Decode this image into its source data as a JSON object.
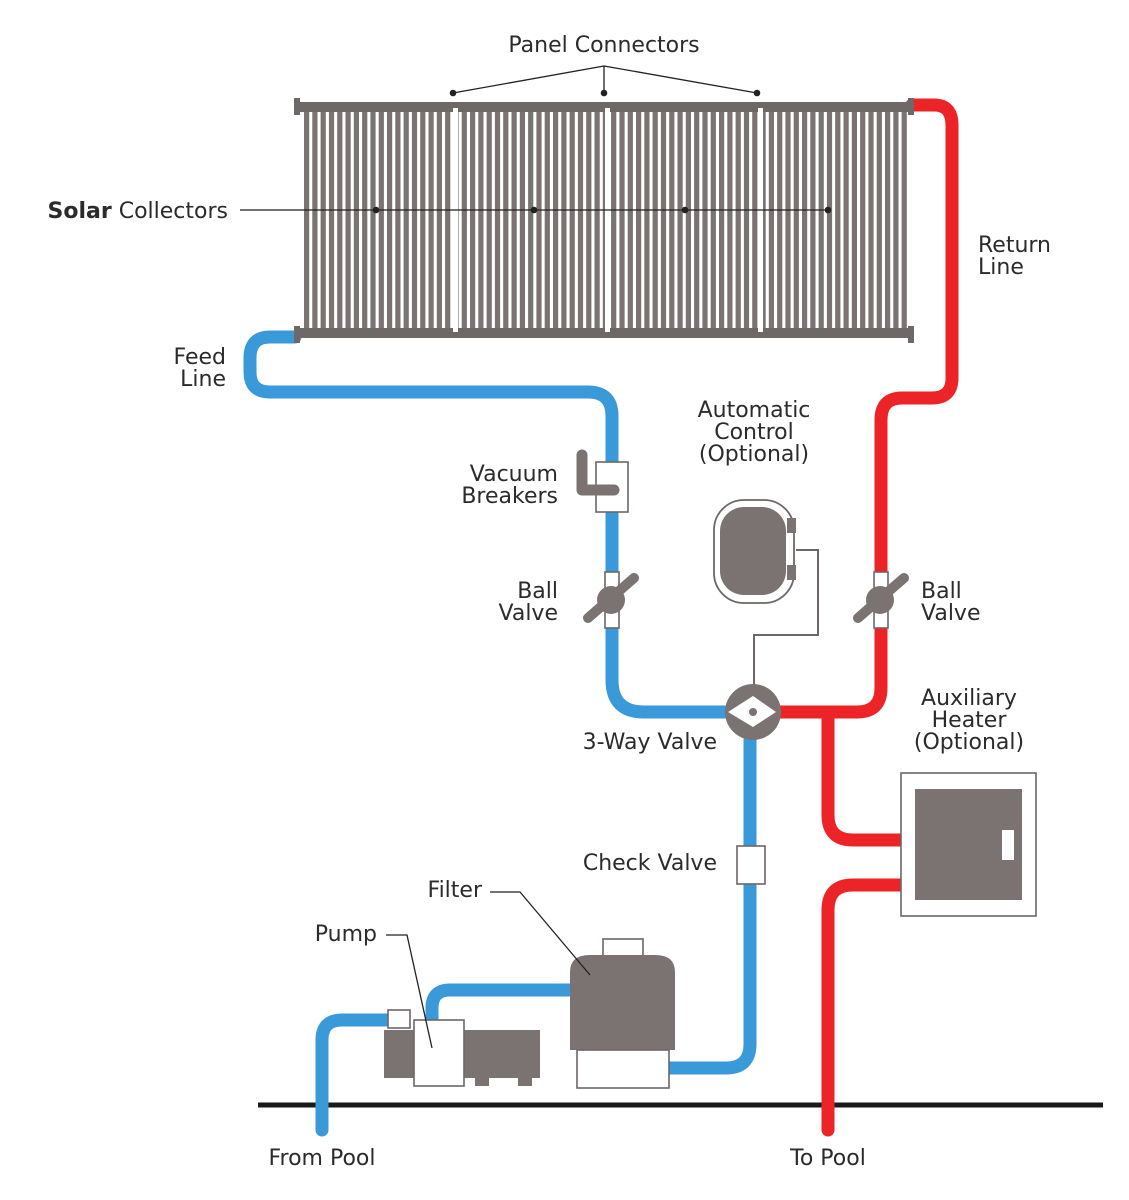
{
  "colors": {
    "cold_pipe": "#3a9ad9",
    "hot_pipe": "#ec2327",
    "equipment": "#7b7371",
    "ground_line": "#1a1a1a"
  },
  "labels": {
    "panel_connectors": "Panel Connectors",
    "solar_collectors_bold": "Solar",
    "solar_collectors_rest": " Collectors",
    "return_line_1": "Return",
    "return_line_2": "Line",
    "feed_line_1": "Feed",
    "feed_line_2": "Line",
    "automatic_control_1": "Automatic",
    "automatic_control_2": "Control",
    "automatic_control_3": "(Optional)",
    "vacuum_breakers_1": "Vacuum",
    "vacuum_breakers_2": "Breakers",
    "ball_valve_left_1": "Ball",
    "ball_valve_left_2": "Valve",
    "ball_valve_right_1": "Ball",
    "ball_valve_right_2": "Valve",
    "auxiliary_heater_1": "Auxiliary",
    "auxiliary_heater_2": "Heater",
    "auxiliary_heater_3": "(Optional)",
    "three_way_valve": "3-Way Valve",
    "check_valve": "Check Valve",
    "filter": "Filter",
    "pump": "Pump",
    "from_pool": "From Pool",
    "to_pool": "To Pool"
  }
}
